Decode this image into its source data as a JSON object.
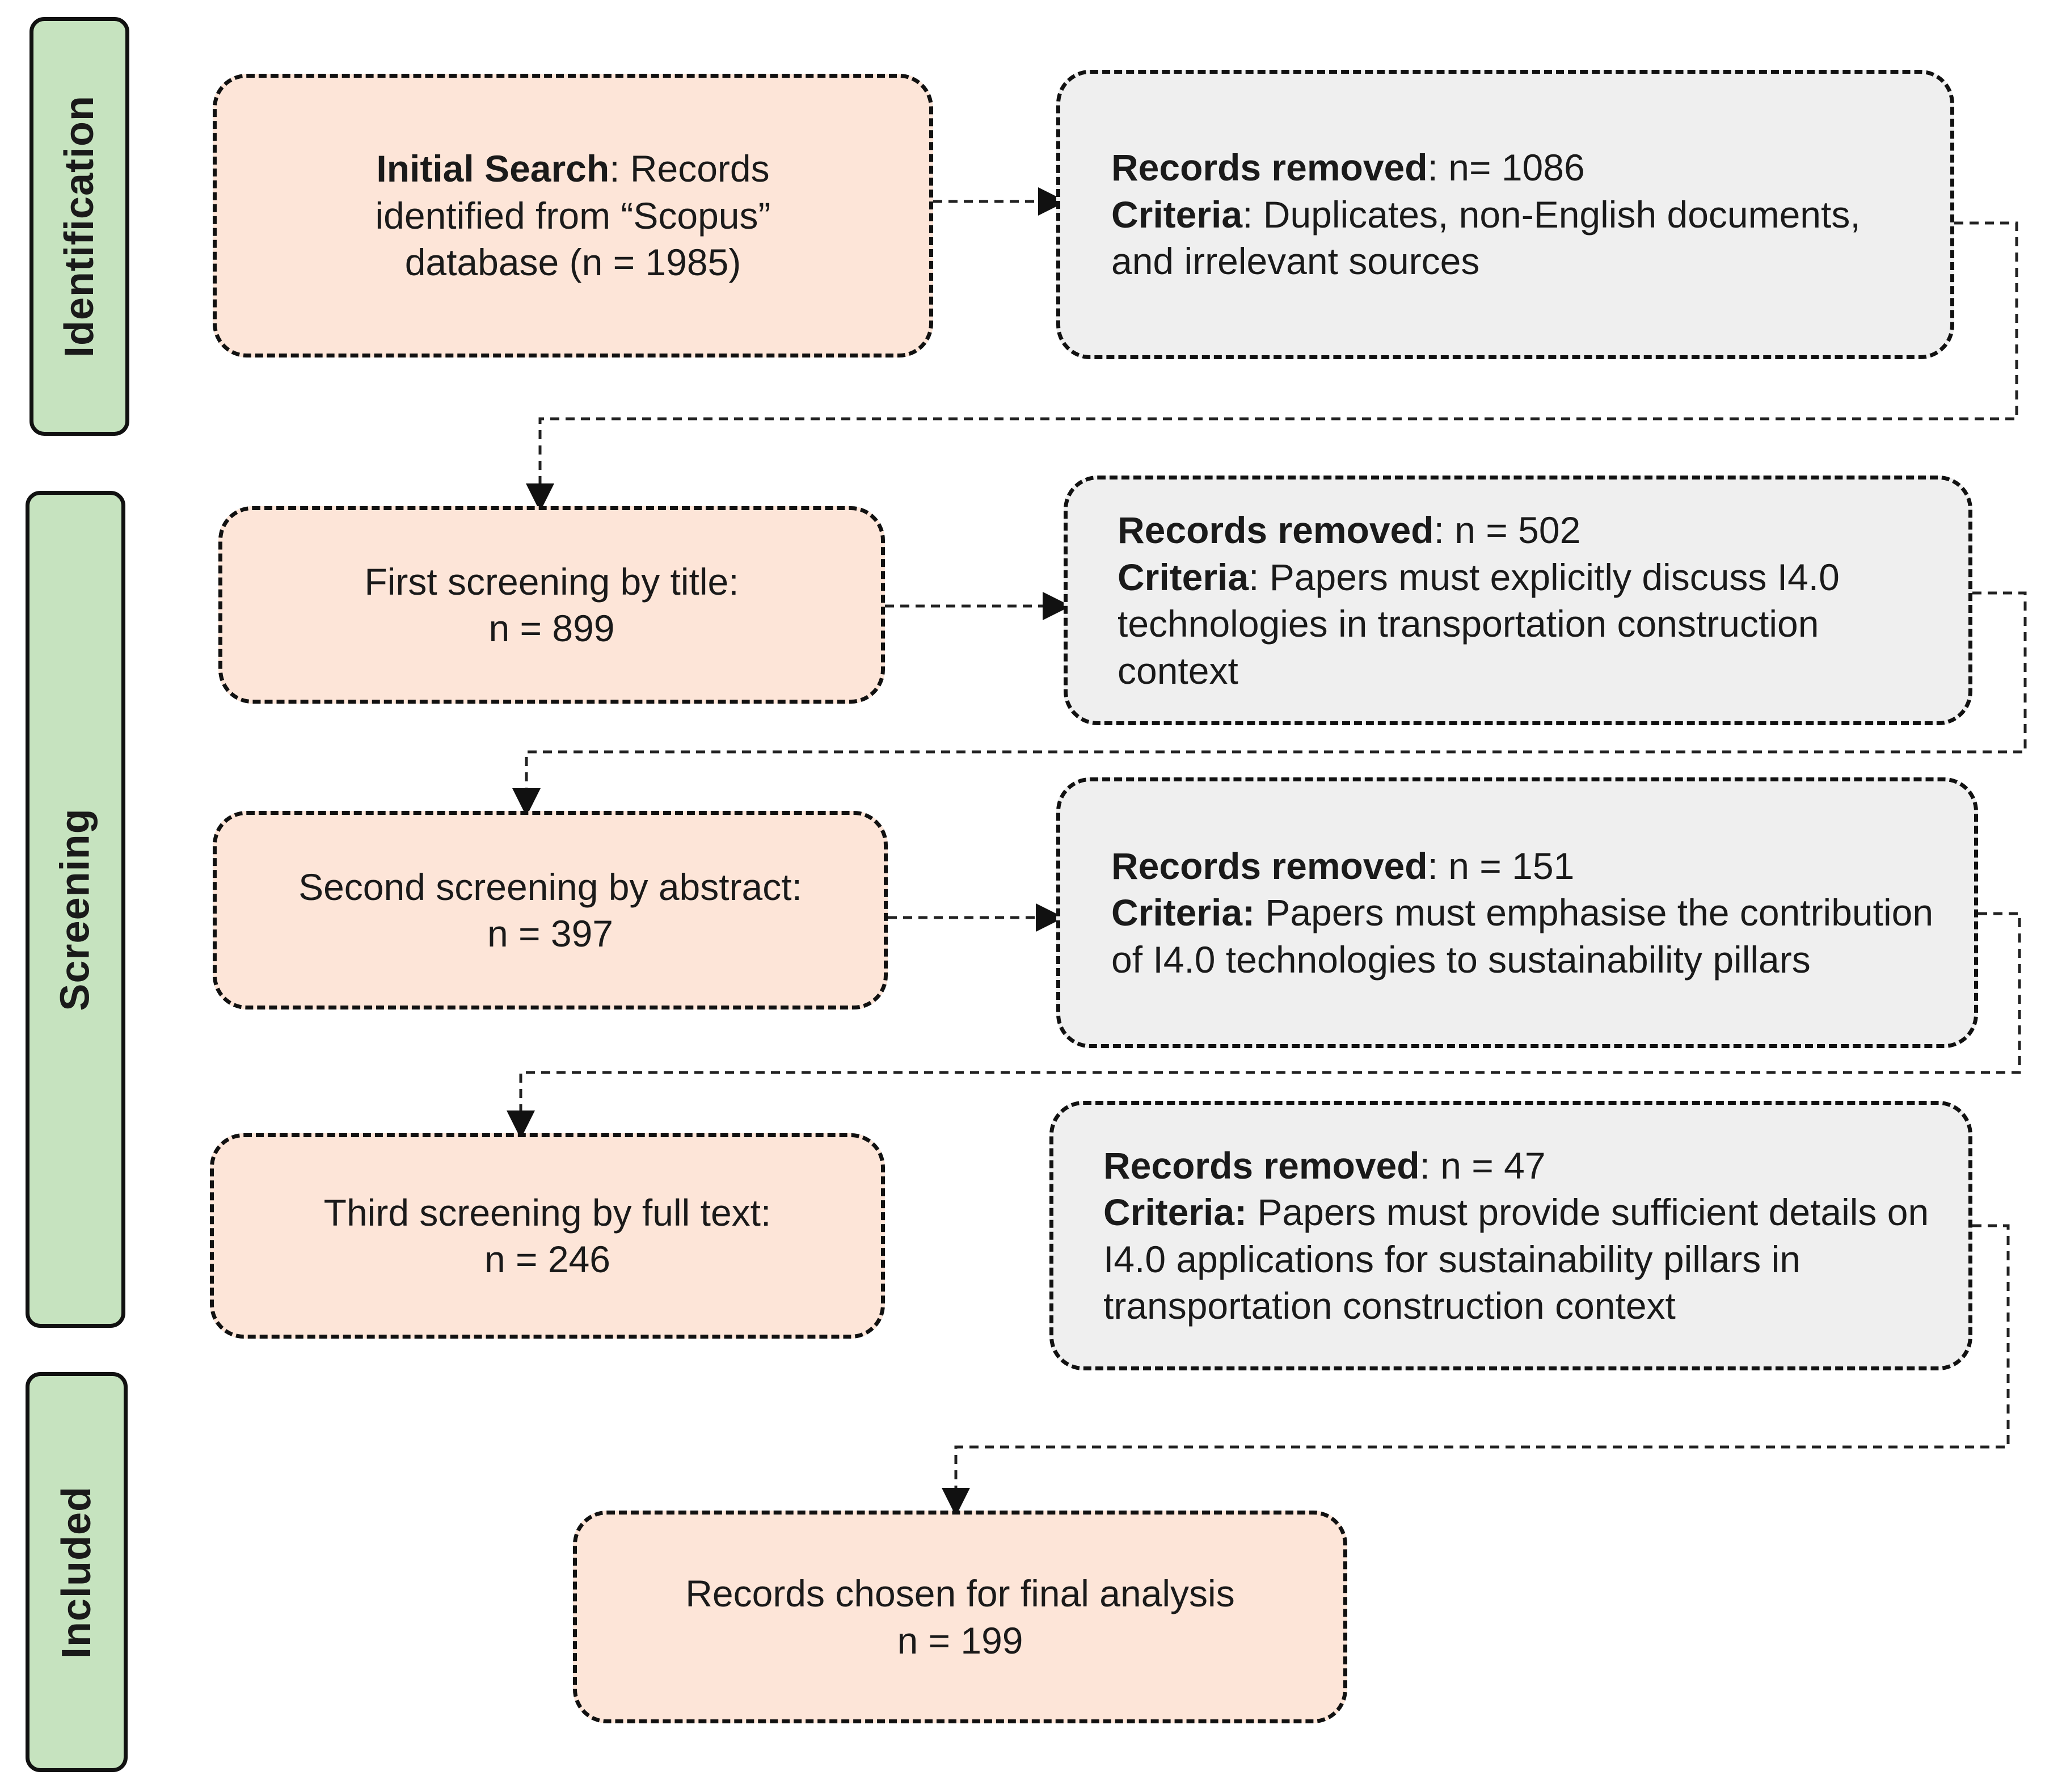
{
  "stages": {
    "identification": "Identification",
    "screening": "Screening",
    "included": "Included"
  },
  "initial_search": {
    "bold": "Initial Search",
    "rest": ": Records identified from “Scopus” database (n = 1985)"
  },
  "first_screening": {
    "label": "First screening by title:",
    "n": "n = 899"
  },
  "second_screening": {
    "label": "Second screening by abstract:",
    "n": "n = 397"
  },
  "third_screening": {
    "label": "Third screening by full text:",
    "n": "n = 246"
  },
  "final": {
    "label": "Records chosen for final analysis",
    "n": "n = 199"
  },
  "removed_1": {
    "removed_label": "Records removed",
    "removed_value": ": n= 1086",
    "criteria_label": "Criteria",
    "criteria_text": ": Duplicates, non-English documents, and irrelevant sources"
  },
  "removed_2": {
    "removed_label": "Records removed",
    "removed_value": ": n = 502",
    "criteria_label": "Criteria",
    "criteria_text": ": Papers must explicitly discuss I4.0 technologies in transportation construction context"
  },
  "removed_3": {
    "removed_label": "Records removed",
    "removed_value": ": n = 151",
    "criteria_label": "Criteria:",
    "criteria_text": " Papers must emphasise the contribution of I4.0 technologies to sustainability pillars"
  },
  "removed_4": {
    "removed_label": "Records removed",
    "removed_value": ": n = 47",
    "criteria_label": "Criteria:",
    "criteria_text": " Papers must provide sufficient details on I4.0 applications for sustainability pillars in transportation construction context"
  }
}
